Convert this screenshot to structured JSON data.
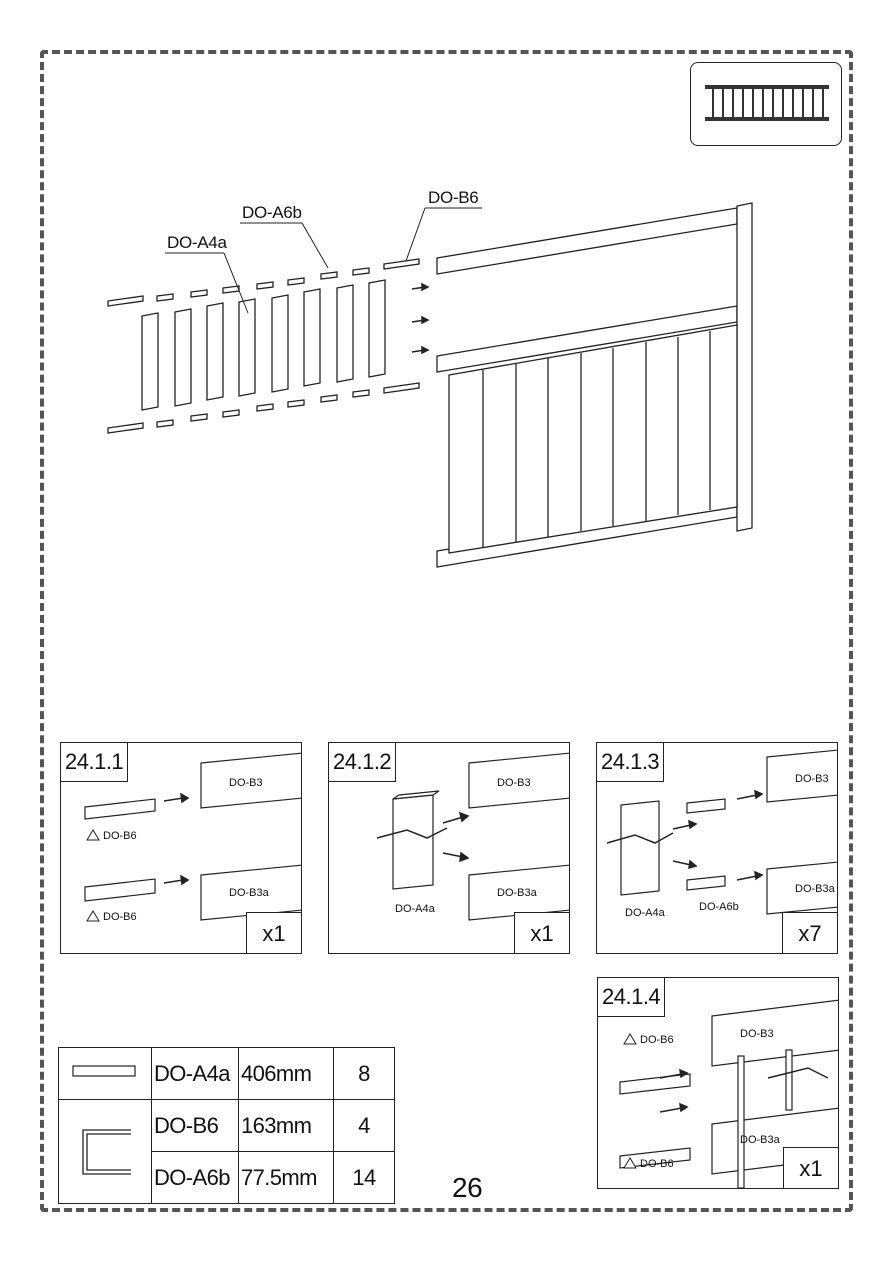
{
  "diagram": {
    "labels": {
      "b6": "DO-B6",
      "a6b": "DO-A6b",
      "a4a": "DO-A4a"
    }
  },
  "steps": [
    {
      "number": "24.1.1",
      "quantity": "x1",
      "labels": {
        "top_rail": "DO-B3",
        "bottom_rail": "DO-B3a",
        "part_top": "DO-B6",
        "part_bottom": "DO-B6"
      }
    },
    {
      "number": "24.1.2",
      "quantity": "x1",
      "labels": {
        "top_rail": "DO-B3",
        "bottom_rail": "DO-B3a",
        "board": "DO-A4a"
      }
    },
    {
      "number": "24.1.3",
      "quantity": "x7",
      "labels": {
        "top_rail": "DO-B3",
        "bottom_rail": "DO-B3a",
        "board": "DO-A4a",
        "spacer": "DO-A6b"
      }
    },
    {
      "number": "24.1.4",
      "quantity": "x1",
      "labels": {
        "top_rail": "DO-B3",
        "bottom_rail": "DO-B3a",
        "part_top": "DO-B6",
        "part_bottom": "DO-B6"
      }
    }
  ],
  "parts_table": [
    {
      "code": "DO-A4a",
      "length": "406mm",
      "count": "8"
    },
    {
      "code": "DO-B6",
      "length": "163mm",
      "count": "4"
    },
    {
      "code": "DO-A6b",
      "length": "77.5mm",
      "count": "14"
    }
  ],
  "page_number": "26"
}
